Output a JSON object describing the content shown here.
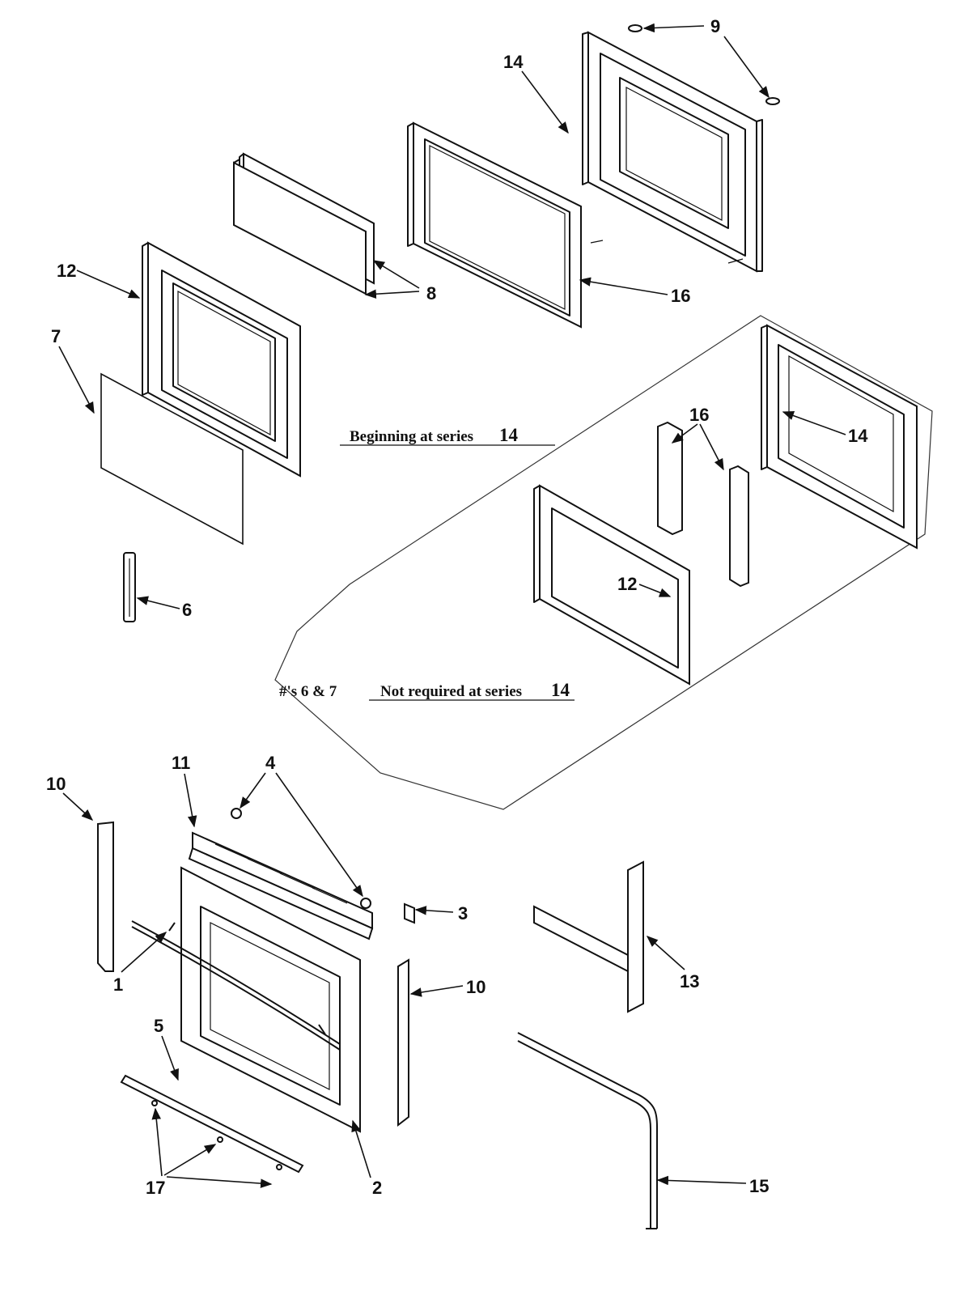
{
  "diagram": {
    "callouts": {
      "c9": "9",
      "c14_top": "14",
      "c16_top": "16",
      "c8": "8",
      "c12_top": "12",
      "c7": "7",
      "c6": "6",
      "c16_inset": "16",
      "c14_inset": "14",
      "c12_inset": "12",
      "c11": "11",
      "c4": "4",
      "c10_left": "10",
      "c3": "3",
      "c1": "1",
      "c10_right": "10",
      "c13": "13",
      "c5": "5",
      "c2": "2",
      "c15": "15",
      "c17": "17"
    },
    "notes": {
      "beginning_text": "Beginning at series",
      "beginning_series": "14",
      "not_required_prefix": "#'s 6 & 7",
      "not_required_text": "Not required at series",
      "not_required_series": "14"
    }
  }
}
